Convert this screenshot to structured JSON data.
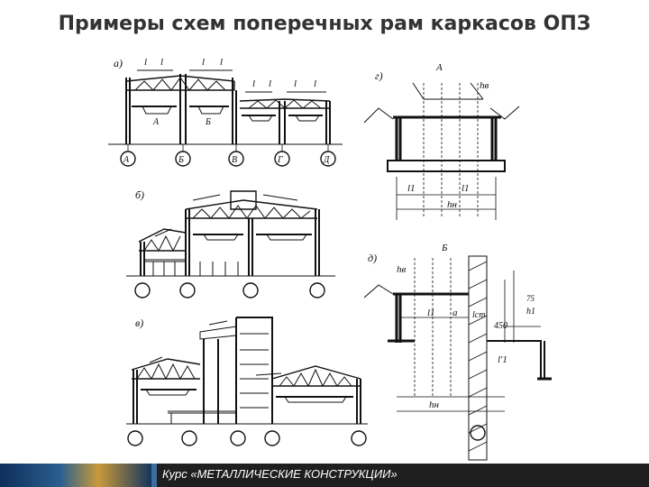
{
  "title": "Примеры схем поперечных рам каркасов ОПЗ",
  "footer": {
    "course": "Курс «МЕТАЛЛИЧЕСКИЕ КОНСТРУКЦИИ»"
  },
  "diagram": {
    "panel_a": {
      "letter": "а)",
      "axes": [
        "А",
        "Б",
        "В",
        "Г",
        "Д"
      ],
      "span_marks": [
        "l",
        "l",
        "l",
        "l",
        "l",
        "l",
        "l",
        "l"
      ],
      "crane_labels": [
        "А",
        "Б"
      ]
    },
    "panel_b": {
      "letter": "б)"
    },
    "panel_v": {
      "letter": "в)"
    },
    "panel_g": {
      "letter": "г)",
      "axis": "А",
      "h_top": "hв",
      "l1_left": "l1",
      "l1_right": "l1",
      "h_bottom": "hн"
    },
    "panel_d": {
      "letter": "д)",
      "axis": "Б",
      "h_top": "hв",
      "l1": "l1",
      "a": "a",
      "l_st": "lст",
      "dim_450": "450",
      "dim_75": "75",
      "h1": "h1",
      "l1_prime": "l'1",
      "h_bottom": "hн"
    }
  }
}
